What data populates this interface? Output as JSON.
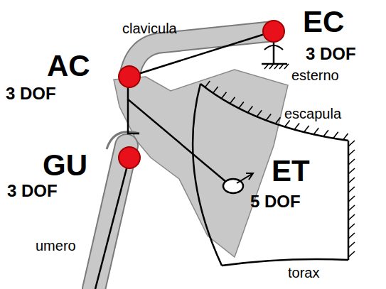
{
  "diagram": {
    "labels": [
      "clavicula",
      "EC",
      "3 DOF",
      "AC",
      "3 DOF",
      "esterno",
      "escapula",
      "GU",
      "3 DOF",
      "ET",
      "5 DOF",
      "umero",
      "torax"
    ]
  }
}
